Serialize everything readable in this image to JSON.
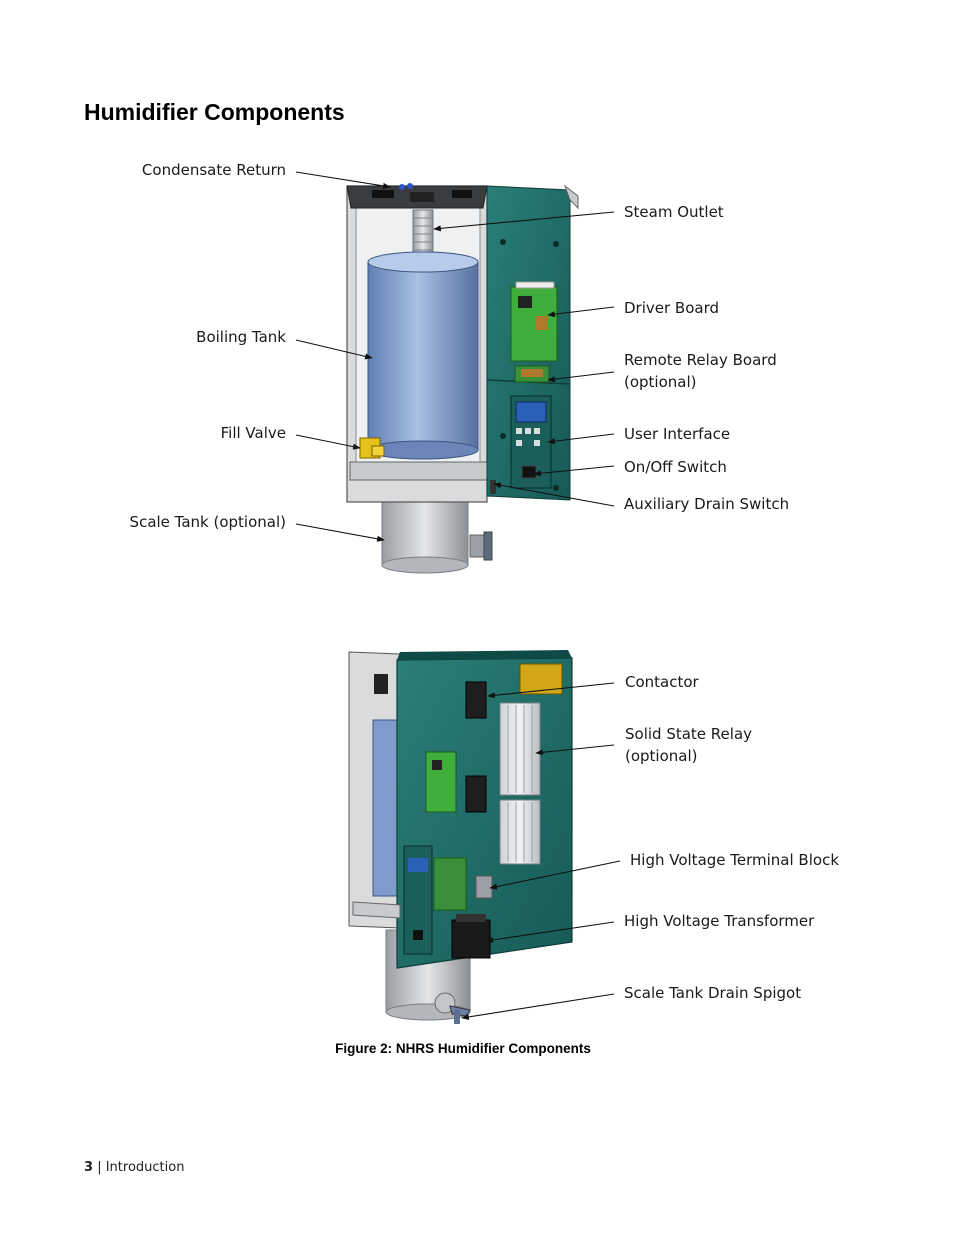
{
  "page": {
    "heading": "Humidifier Components",
    "figure_caption": "Figure 2: NHRS Humidifier Components",
    "footer": {
      "page_number": "3",
      "separator": "|",
      "section": "Introduction"
    }
  },
  "figure_top": {
    "callouts": {
      "condensate_return": "Condensate Return",
      "boiling_tank": "Boiling Tank",
      "fill_valve": "Fill Valve",
      "scale_tank": "Scale Tank (optional)",
      "steam_outlet": "Steam Outlet",
      "driver_board": "Driver Board",
      "remote_relay_board_1": "Remote Relay Board",
      "remote_relay_board_2": "(optional)",
      "user_interface": "User Interface",
      "onoff_switch": "On/Off Switch",
      "aux_drain_switch": "Auxiliary Drain Switch"
    }
  },
  "figure_bottom": {
    "callouts": {
      "contactor": "Contactor",
      "ssr_1": "Solid State Relay",
      "ssr_2": "(optional)",
      "hv_terminal_block": "High Voltage Terminal Block",
      "hv_transformer": "High Voltage Transformer",
      "scale_tank_drain_spigot": "Scale Tank Drain Spigot"
    }
  },
  "colors": {
    "panel_teal": "#1f6e68",
    "tank_blue": "#7f9ccc",
    "board_green": "#3fae3a",
    "valve_yellow": "#e5c21a",
    "cabinet_gray": "#d2d4d6"
  }
}
